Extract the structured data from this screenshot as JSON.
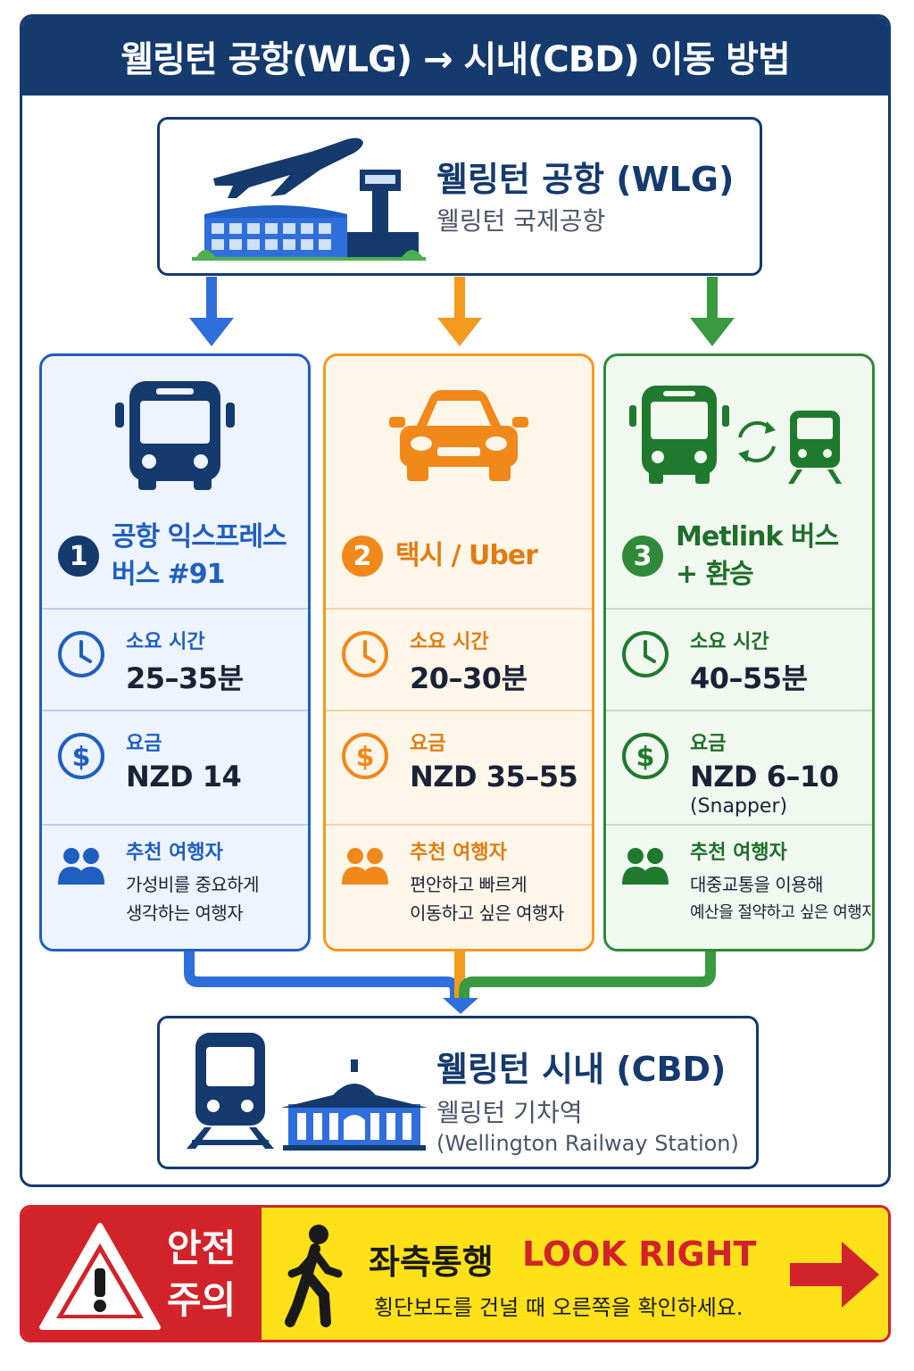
{
  "header": {
    "title": "웰링턴 공항(WLG) → 시내(CBD) 이동 방법"
  },
  "origin": {
    "name": "웰링턴 공항 (WLG)",
    "sub": "웰링턴 국제공항"
  },
  "colors": {
    "navy": "#143a6e",
    "blue": "#1f5fbf",
    "orange": "#f39a1f",
    "green": "#2f8a3a",
    "red": "#d2232a",
    "yellow": "#ffe11a"
  },
  "options": [
    {
      "num": "1",
      "title": "공항 익스프레스 버스 #91",
      "title_l1": "공항 익스프레스",
      "title_l2": "버스 #91",
      "time_label": "소요 시간",
      "time": "25–35분",
      "fare_label": "요금",
      "fare": "NZD 14",
      "fare_note": "",
      "rec_label": "추천 여행자",
      "rec_l1": "가성비를 중요하게",
      "rec_l2": "생각하는 여행자"
    },
    {
      "num": "2",
      "title": "택시 / Uber",
      "title_l1": "택시 / Uber",
      "title_l2": "",
      "time_label": "소요 시간",
      "time": "20–30분",
      "fare_label": "요금",
      "fare": "NZD 35–55",
      "fare_note": "",
      "rec_label": "추천 여행자",
      "rec_l1": "편안하고 빠르게",
      "rec_l2": "이동하고 싶은 여행자"
    },
    {
      "num": "3",
      "title": "Metlink 버스 + 환승",
      "title_l1": "Metlink 버스",
      "title_l2": "+ 환승",
      "time_label": "소요 시간",
      "time": "40–55분",
      "fare_label": "요금",
      "fare": "NZD 6–10",
      "fare_note": "(Snapper)",
      "rec_label": "추천 여행자",
      "rec_l1": "대중교통을 이용해",
      "rec_l2": "예산을 절약하고 싶은 여행자"
    }
  ],
  "destination": {
    "name": "웰링턴 시내 (CBD)",
    "sub": "웰링턴 기차역",
    "sub_en": "(Wellington Railway Station)"
  },
  "safety": {
    "badge_l1": "안전",
    "badge_l2": "주의",
    "heading_ko": "좌측통행",
    "heading_en": "LOOK RIGHT",
    "text": "횡단보도를 건널 때 오른쪽을 확인하세요."
  }
}
